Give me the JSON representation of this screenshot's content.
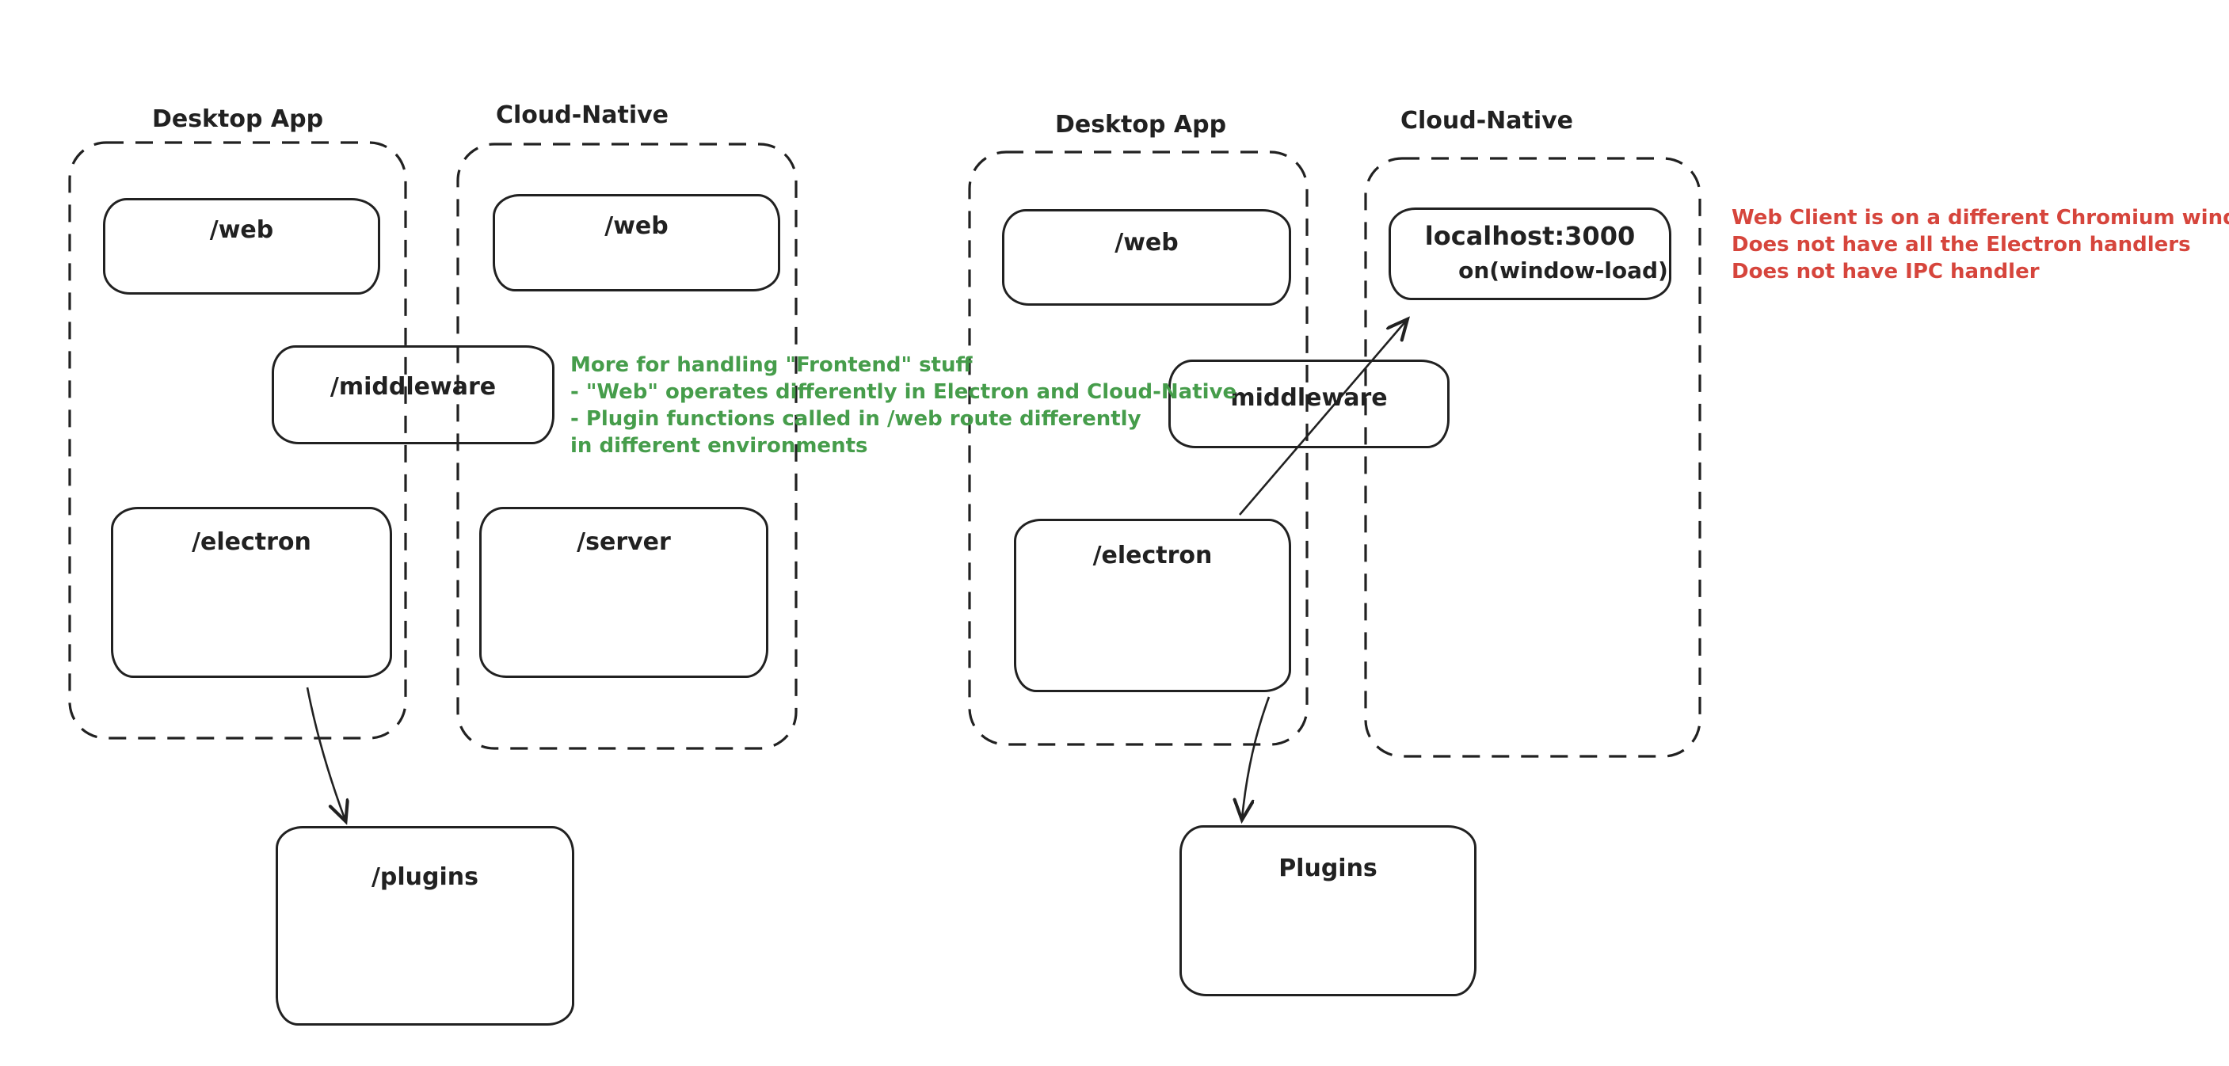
{
  "colors": {
    "background": "#ffffff",
    "stroke": "#212121",
    "green_annotation": "#469d4b",
    "red_annotation": "#d6453c"
  },
  "left_diagram": {
    "desktop": {
      "title": "Desktop App",
      "web_label": "/web",
      "electron_label": "/electron"
    },
    "cloud": {
      "title": "Cloud-Native",
      "web_label": "/web",
      "server_label": "/server"
    },
    "middleware_label": "/middleware",
    "plugins_label": "/plugins",
    "green_note": {
      "line1": "More for handling \"Frontend\" stuff",
      "line2": "- \"Web\" operates differently in Electron and Cloud-Native",
      "line3": "- Plugin functions called in /web route differently",
      "line4": "in different environments"
    }
  },
  "right_diagram": {
    "desktop": {
      "title": "Desktop App",
      "web_label": "/web",
      "electron_label": "/electron"
    },
    "cloud": {
      "title": "Cloud-Native",
      "localhost_label": "localhost:3000",
      "on_window_load_label": "on(window-load)"
    },
    "middleware_label": "middleware",
    "plugins_label": "Plugins",
    "red_note": {
      "line1": "Web Client is on a different Chromium window",
      "line2": "Does not have all the Electron handlers",
      "line3": "Does not have IPC handler"
    }
  }
}
